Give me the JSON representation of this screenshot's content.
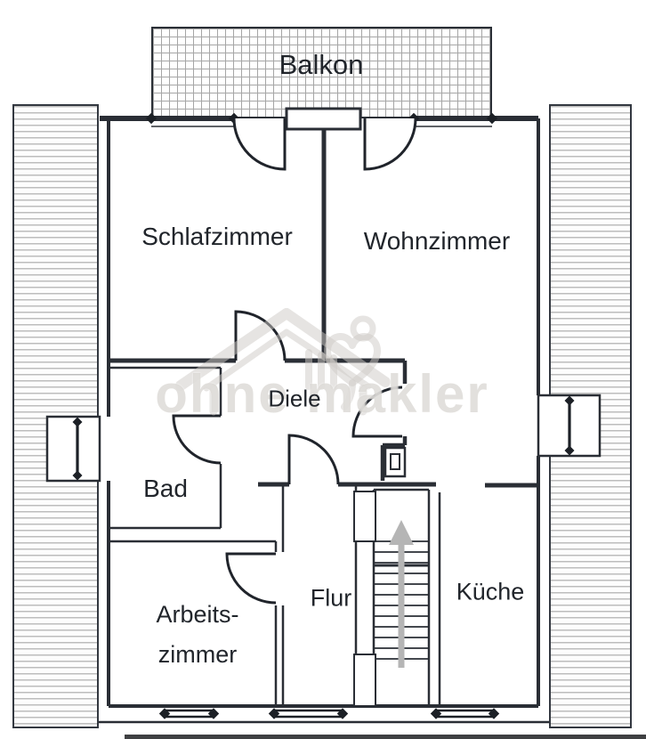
{
  "floorplan": {
    "rooms": {
      "balkon": {
        "label": "Balkon"
      },
      "schlafzimmer": {
        "label": "Schlafzimmer"
      },
      "wohnzimmer": {
        "label": "Wohnzimmer"
      },
      "diele": {
        "label": "Diele"
      },
      "bad": {
        "label": "Bad"
      },
      "arbeitszimmer": {
        "label_line1": "Arbeits-",
        "label_line2": "zimmer"
      },
      "flur": {
        "label": "Flur"
      },
      "kueche": {
        "label": "Küche"
      }
    },
    "watermark": {
      "text": "ohne makler"
    },
    "stairs": {
      "arrow_direction": "up"
    },
    "colors": {
      "wall": "#2a2e35",
      "hatch_line": "#bdbdbd",
      "grid_line": "#a6a6a6",
      "stair_arrow": "#b5b5b5",
      "watermark_text": "#d2cfca",
      "background": "#ffffff"
    }
  }
}
